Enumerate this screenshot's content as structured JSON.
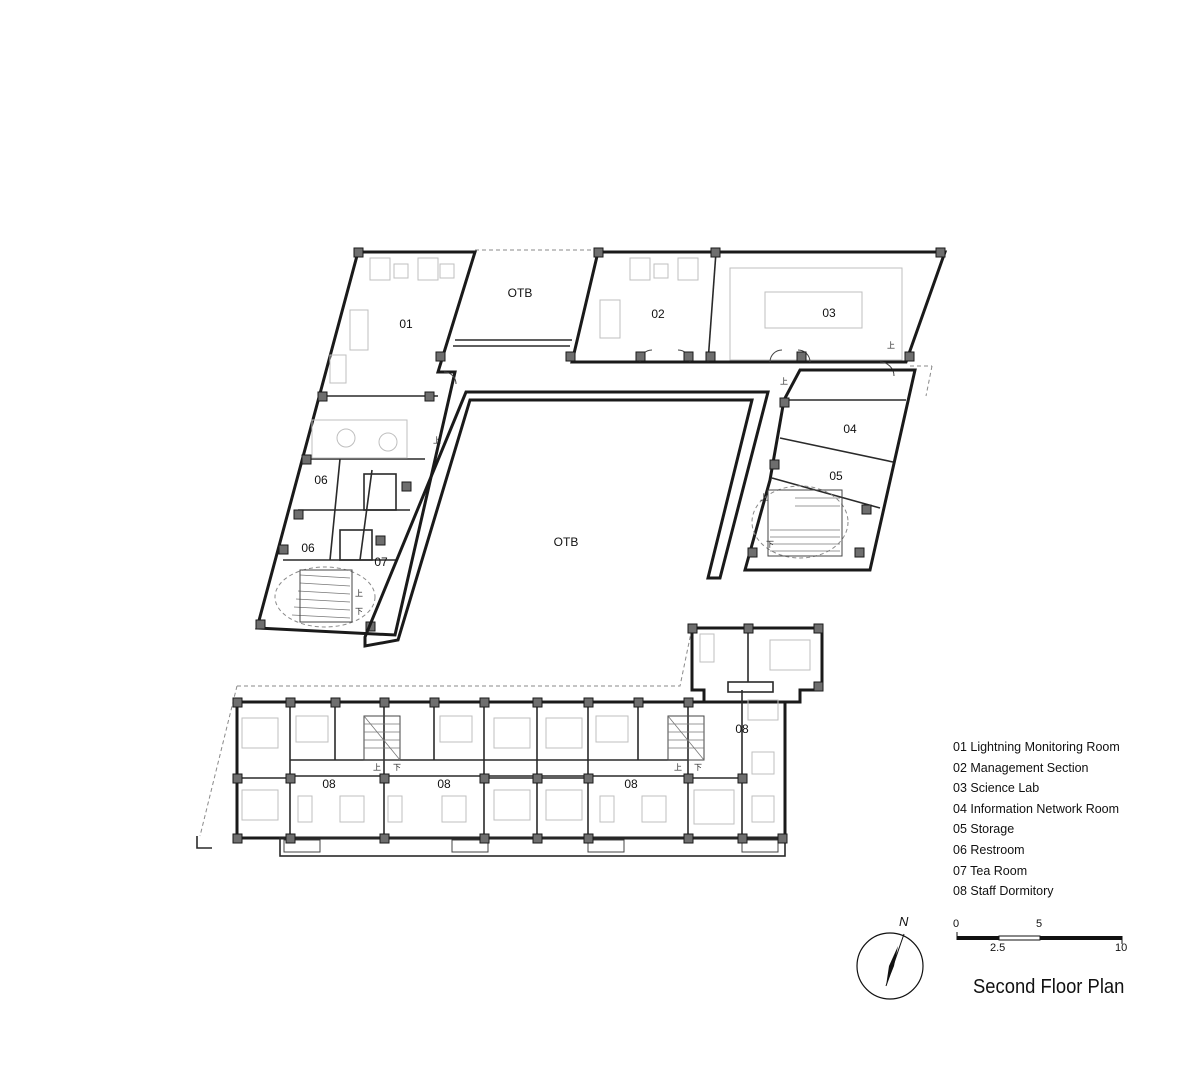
{
  "title": "Second Floor Plan",
  "legend": [
    "01 Lightning Monitoring Room",
    "02 Management Section",
    "03 Science Lab",
    "04 Information Network Room",
    "05 Storage",
    "06 Restroom",
    "07 Tea Room",
    "08 Staff Dormitory"
  ],
  "rooms": {
    "r01": "01",
    "r02": "02",
    "r03": "03",
    "r04": "04",
    "r05": "05",
    "r06a": "06",
    "r06b": "06",
    "r07": "07",
    "r08a": "08",
    "r08b": "08",
    "r08c": "08",
    "r08d": "08"
  },
  "otb": {
    "top": "OTB",
    "court": "OTB"
  },
  "stair_marks": {
    "up": "上",
    "down": "下"
  },
  "scale": {
    "zero": "0",
    "five": "5",
    "two_half": "2.5",
    "ten": "10"
  },
  "north": "N"
}
